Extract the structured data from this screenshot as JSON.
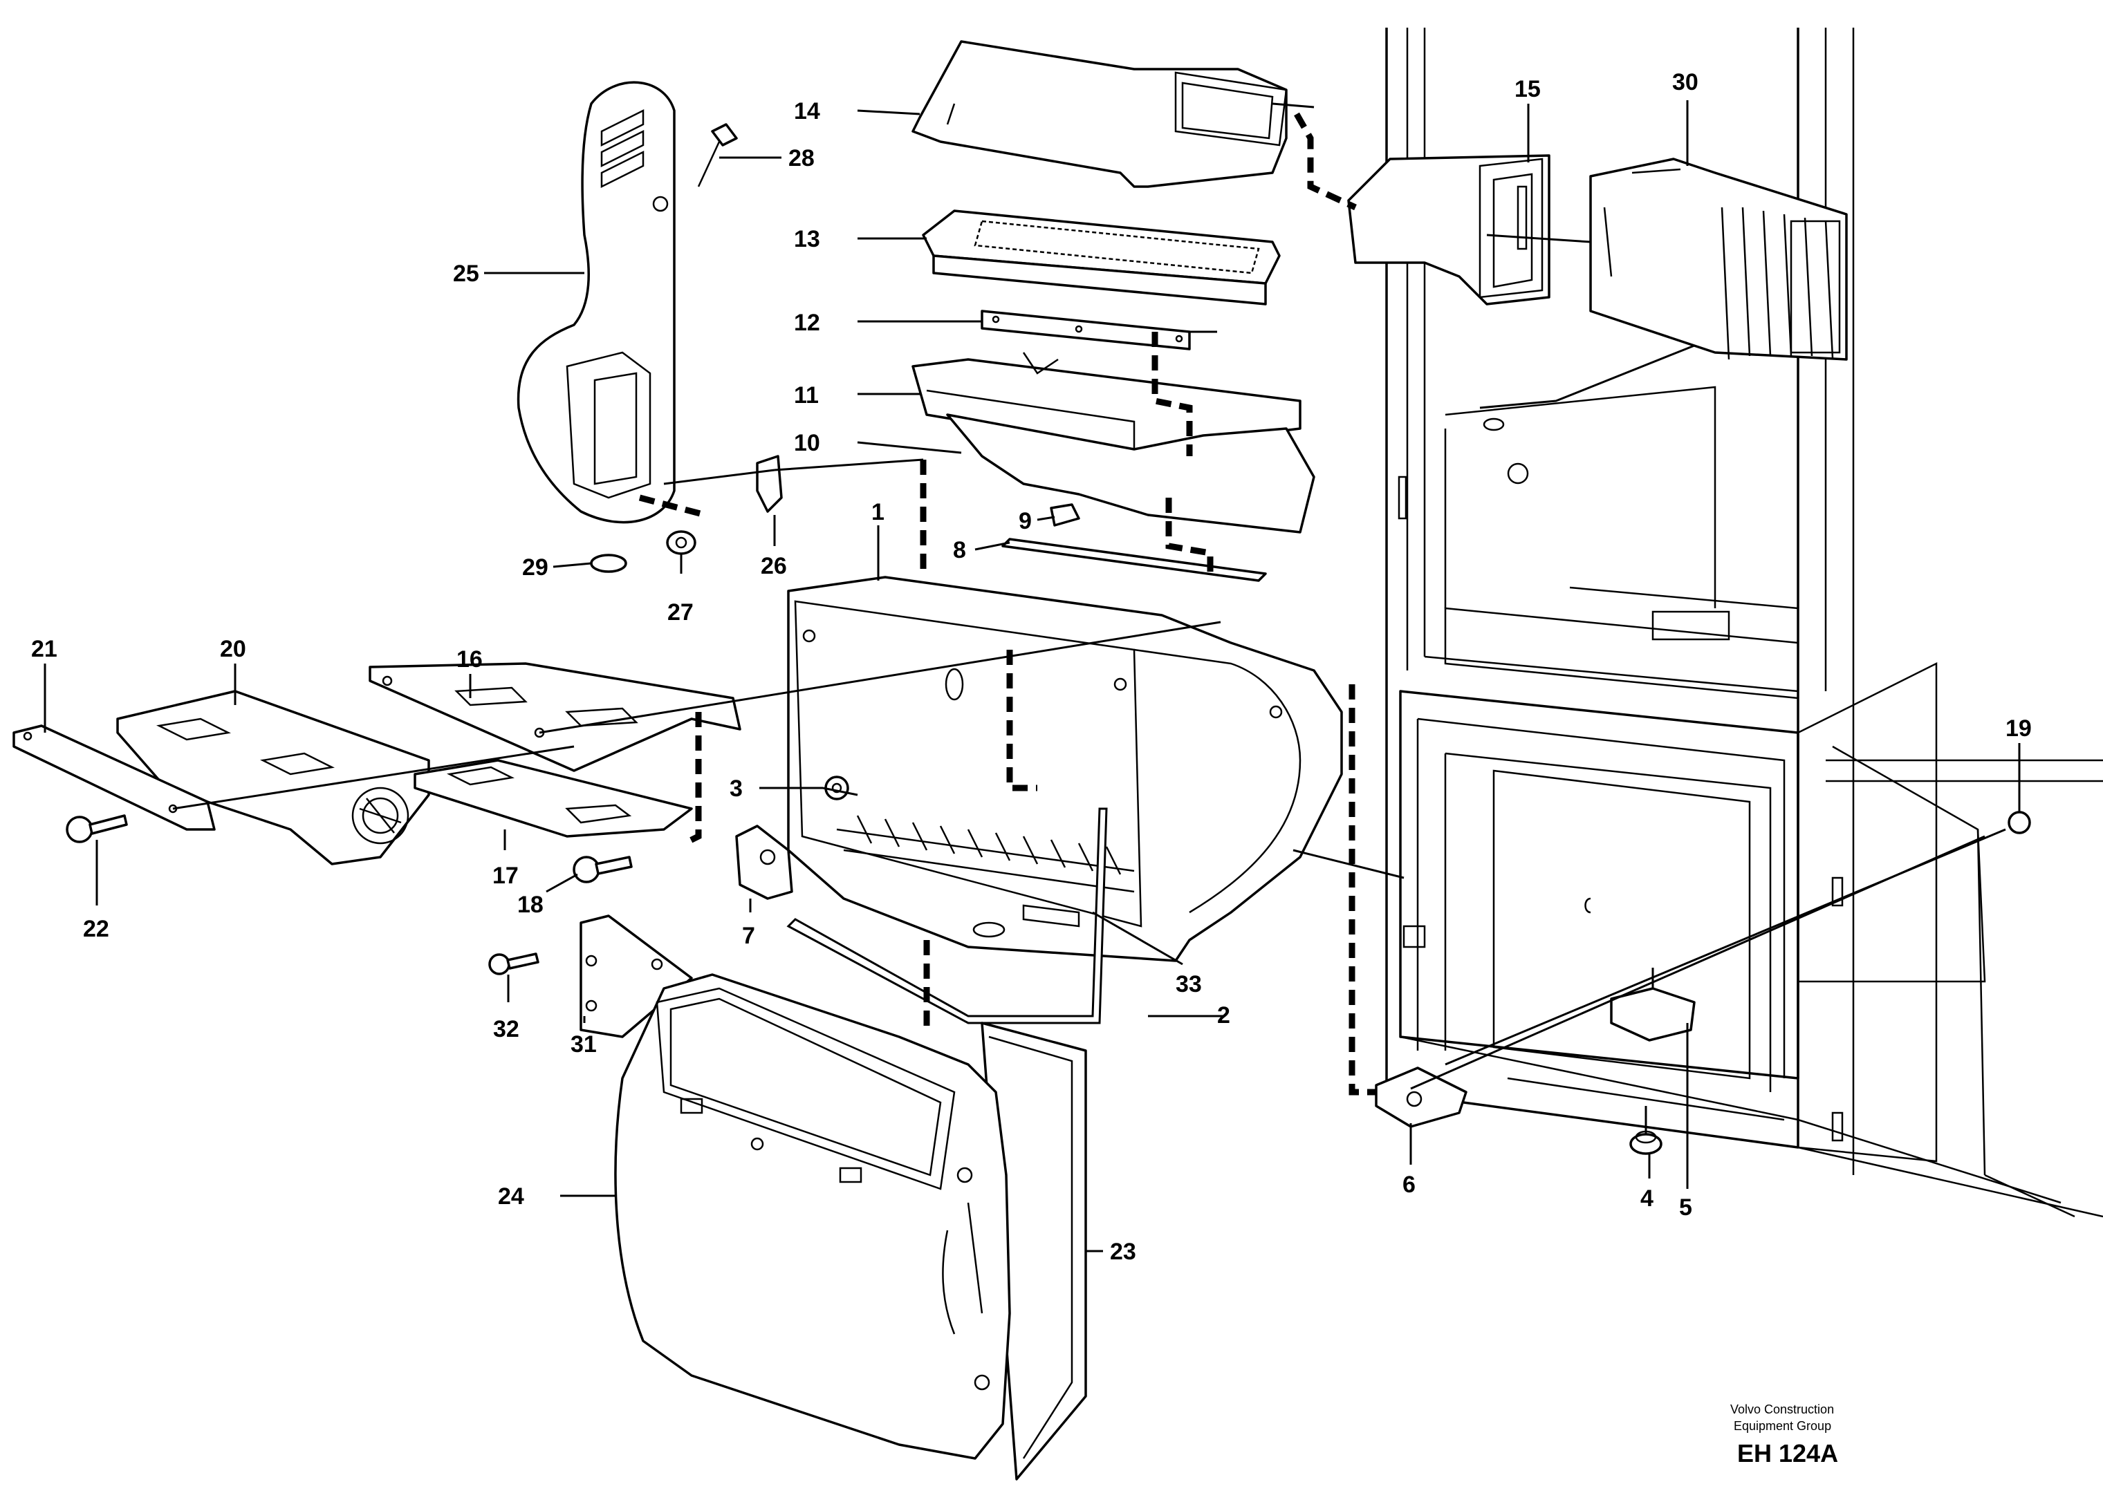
{
  "callouts": {
    "c1": "1",
    "c2": "2",
    "c3": "3",
    "c4": "4",
    "c5": "5",
    "c6": "6",
    "c7": "7",
    "c8": "8",
    "c9": "9",
    "c10": "10",
    "c11": "11",
    "c12": "12",
    "c13": "13",
    "c14": "14",
    "c15": "15",
    "c16": "16",
    "c17": "17",
    "c18": "18",
    "c19": "19",
    "c20": "20",
    "c21": "21",
    "c22": "22",
    "c23": "23",
    "c24": "24",
    "c25": "25",
    "c26": "26",
    "c27": "27",
    "c28": "28",
    "c29": "29",
    "c30": "30",
    "c31": "31",
    "c32": "32",
    "c33": "33"
  },
  "footer": {
    "line1": "Volvo Construction",
    "line2": "Equipment Group",
    "code": "EH 124A"
  }
}
